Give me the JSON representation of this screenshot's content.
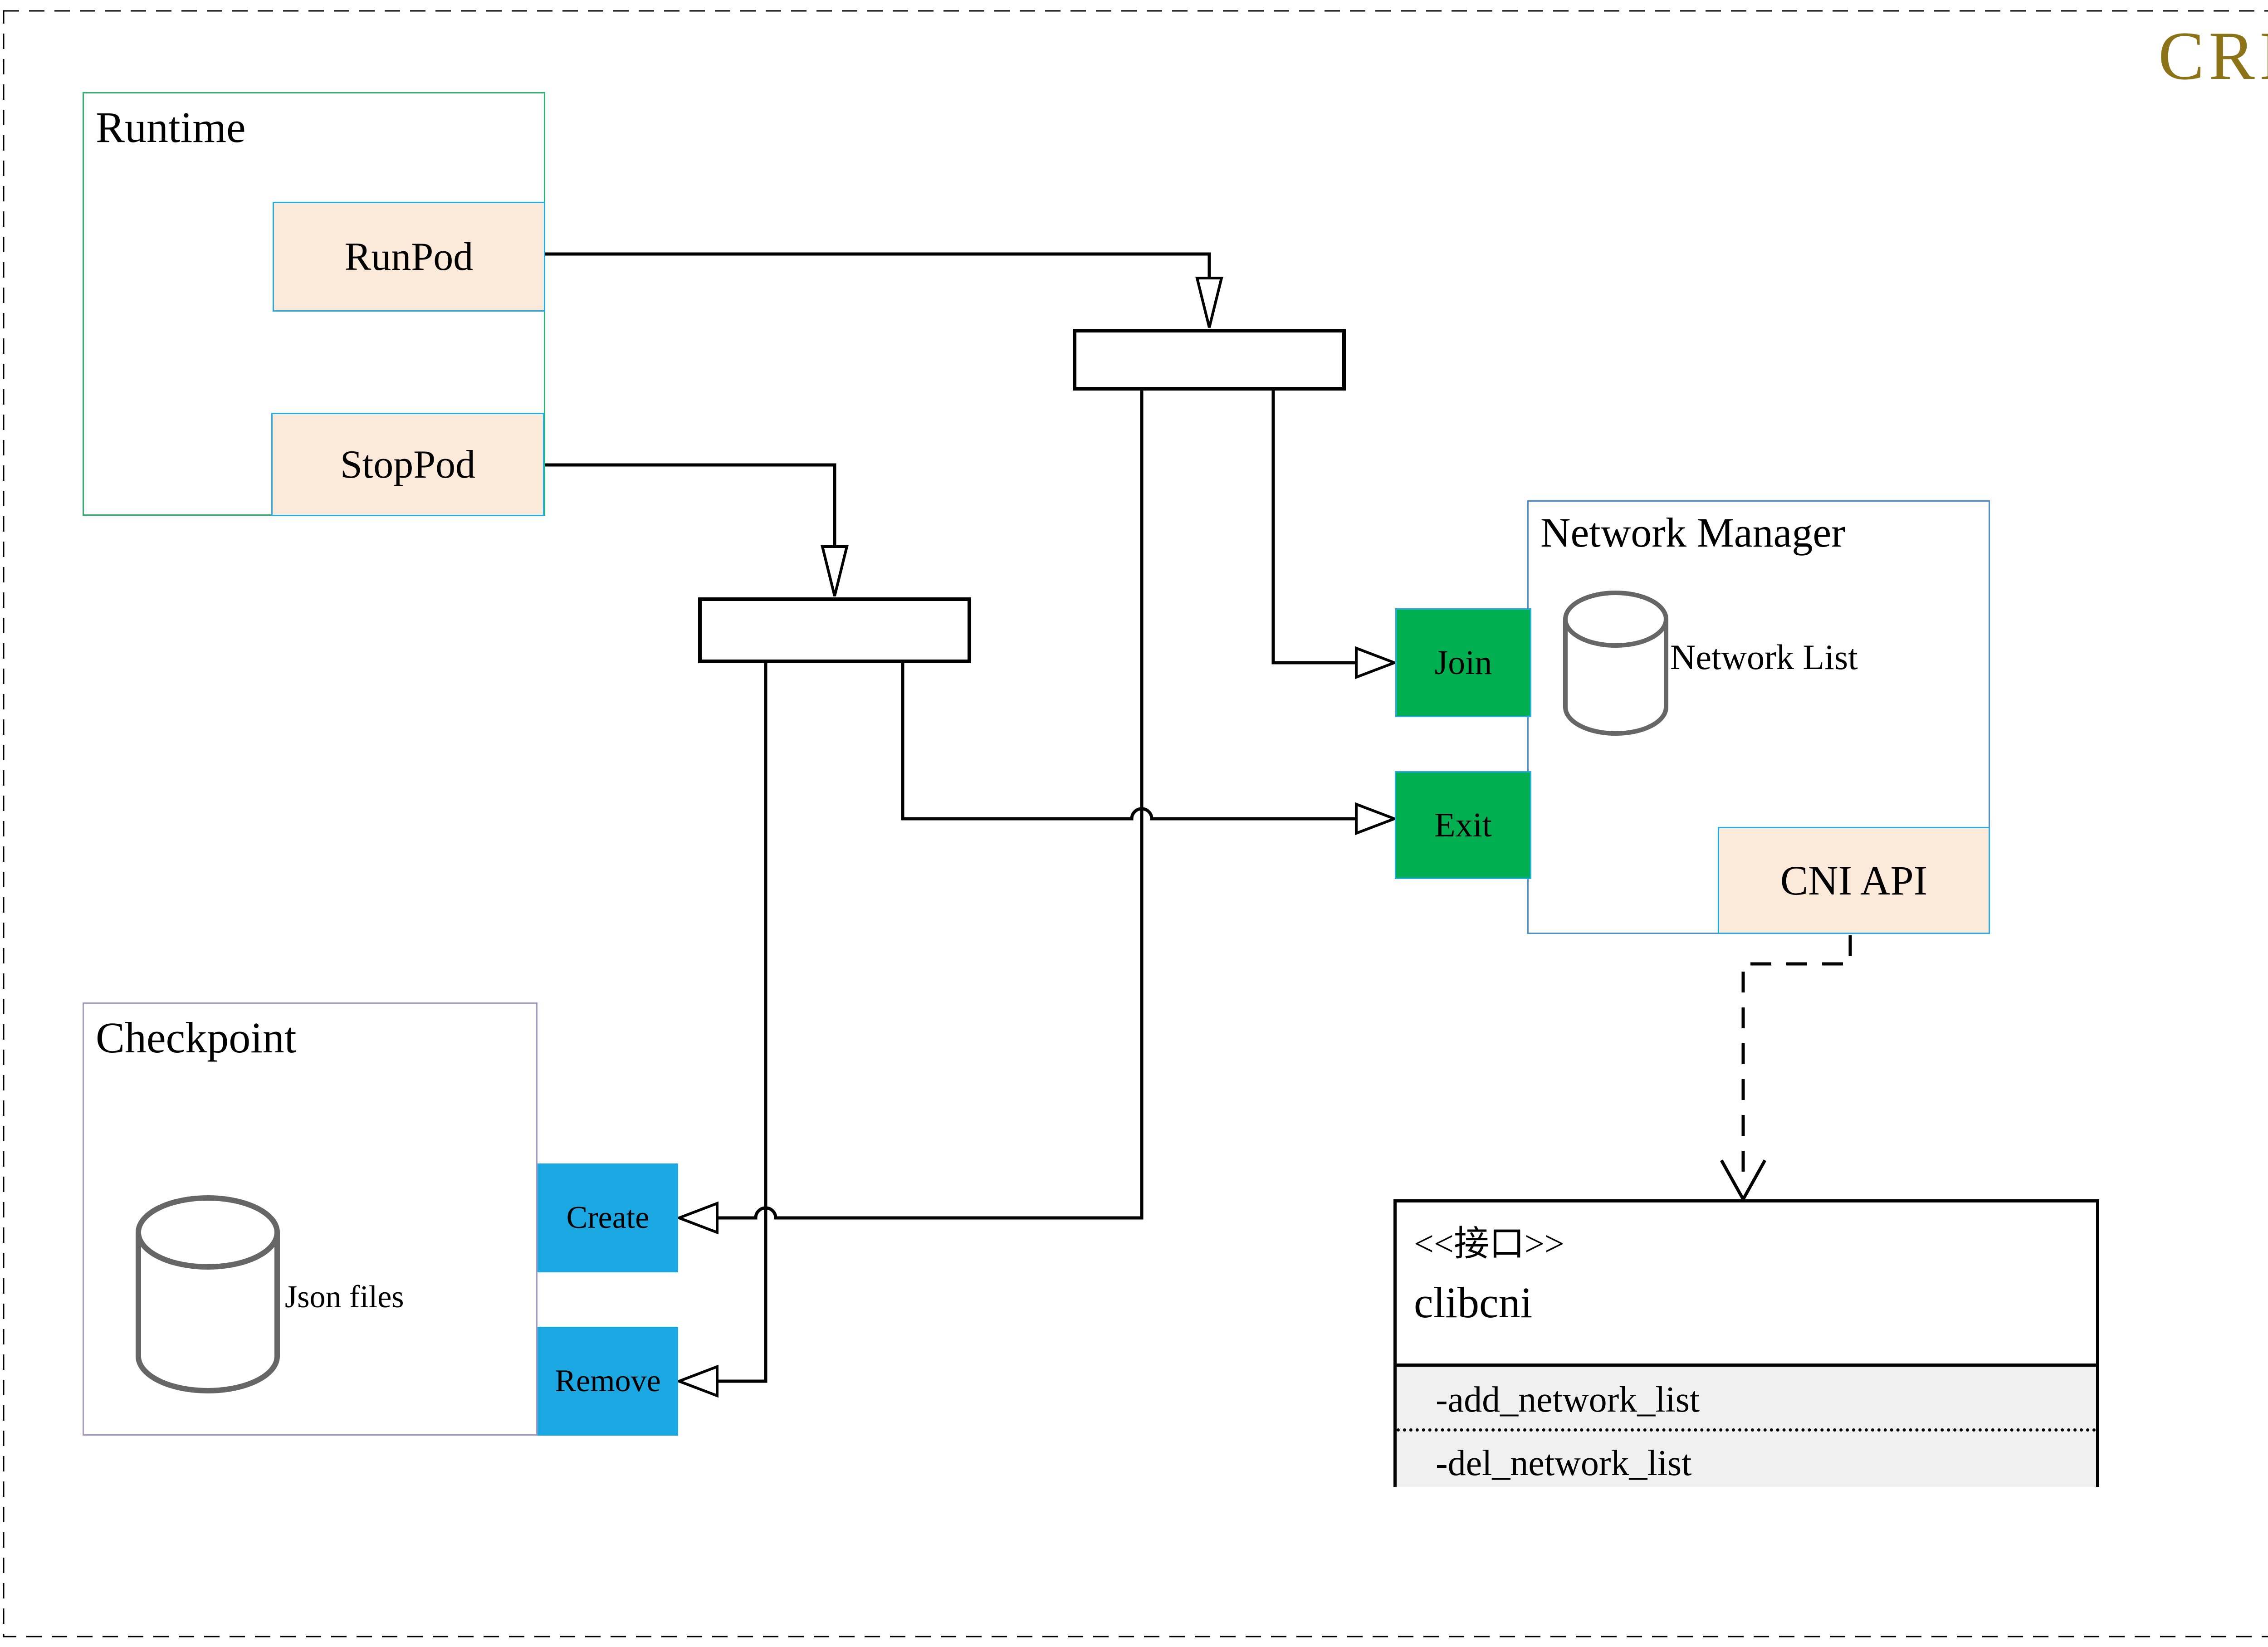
{
  "title": "CRI",
  "colors": {
    "line": "#000000",
    "accent-cyan": "#29abe2",
    "peach-fill": "#fbe9d9",
    "green-fill": "#00b050",
    "blue-fill": "#1ba8e2",
    "runtime-border": "#2eb46b",
    "checkpoint-border": "#a79bc8",
    "nm-border": "#4a90d2",
    "title-color": "#8c7317",
    "section-fill": "#f0f0f0",
    "cylinder-stroke": "#666666"
  },
  "runtime": {
    "label": "Runtime",
    "run_button": "RunPod",
    "stop_button": "StopPod"
  },
  "checkpoint": {
    "label": "Checkpoint",
    "datastore_label": "Json files",
    "create_button": "Create",
    "remove_button": "Remove"
  },
  "network_manager": {
    "label": "Network Manager",
    "datastore_label": "Network List",
    "join_button": "Join",
    "exit_button": "Exit",
    "cni_api_label": "CNI API"
  },
  "cni_interface": {
    "stereotype": "<<接口>>",
    "name": "clibcni",
    "methods": [
      "-add_network_list",
      "-del_network_list"
    ]
  }
}
